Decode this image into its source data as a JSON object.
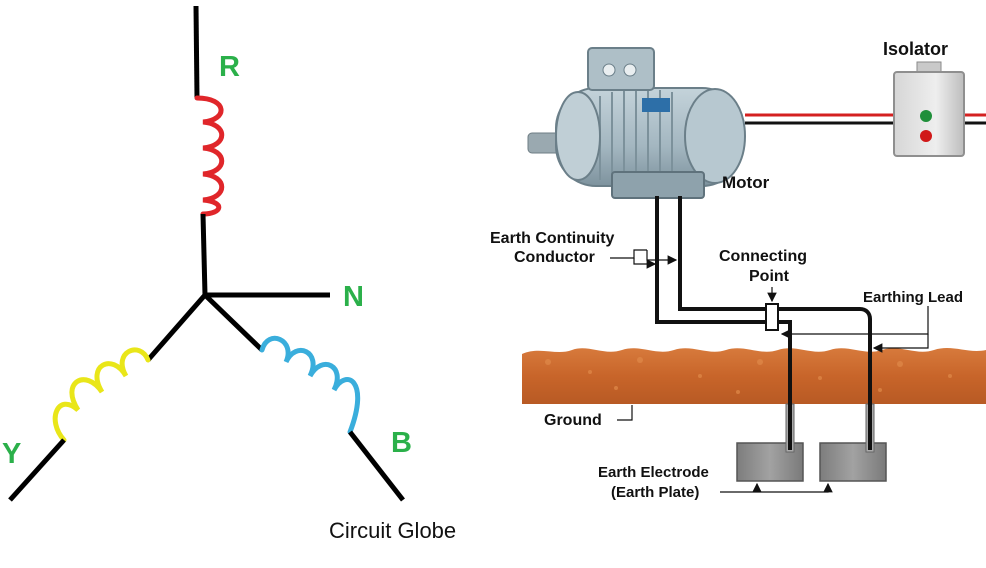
{
  "star": {
    "phase_r": "R",
    "phase_y": "Y",
    "phase_b": "B",
    "neutral": "N",
    "credit": "Circuit Globe",
    "colors": {
      "r_coil": "#e0262a",
      "y_coil": "#e9e619",
      "b_coil": "#3aaedc",
      "phase_text": "#2bb04a"
    }
  },
  "earthing": {
    "isolator": "Isolator",
    "motor": "Motor",
    "ecc_line1": "Earth Continuity",
    "ecc_line2": "Conductor",
    "cp_line1": "Connecting",
    "cp_line2": "Point",
    "earthing_lead": "Earthing Lead",
    "ground": "Ground",
    "electrode_line1": "Earth Electrode",
    "electrode_line2": "(Earth Plate)",
    "colors": {
      "ground_soil": "#c8652a",
      "plate": "#8a8a8a",
      "isolator_green": "#1f8f3a",
      "isolator_red": "#d01818",
      "wire_red": "#d42020",
      "motor_body": "#a9bcc6"
    }
  }
}
